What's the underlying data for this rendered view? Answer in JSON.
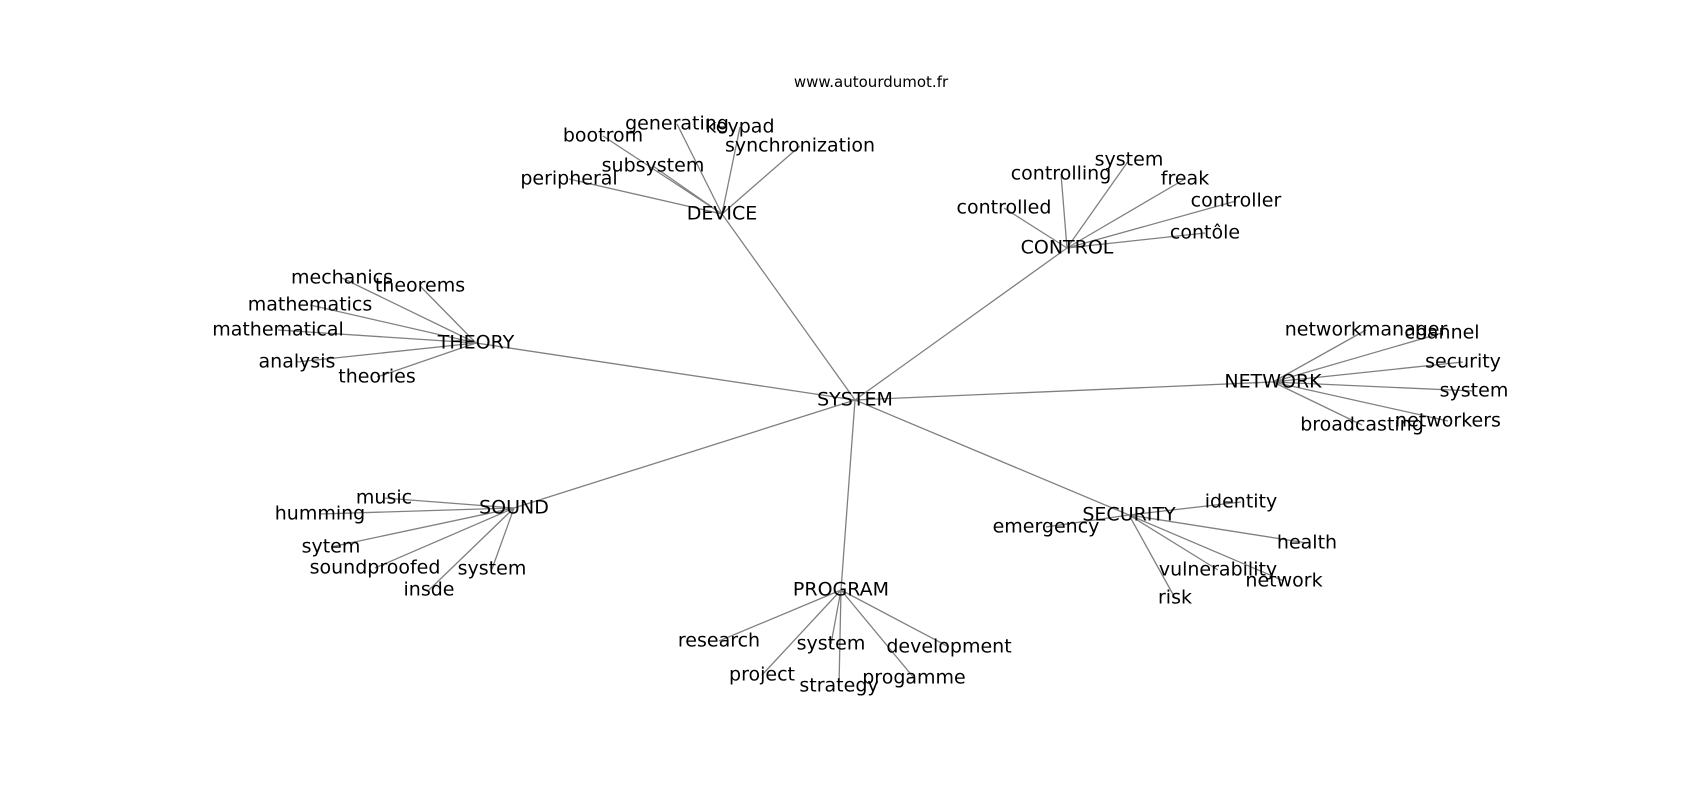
{
  "title": "www.autourdumot.fr",
  "colors": {
    "edge": "#808080",
    "text": "#000000",
    "background": "#ffffff"
  },
  "center": "SYSTEM",
  "clusters": [
    {
      "name": "DEVICE",
      "words": [
        "generating",
        "keypad",
        "bootrom",
        "synchronization",
        "subsystem",
        "peripheral"
      ]
    },
    {
      "name": "CONTROL",
      "words": [
        "system",
        "controlling",
        "freak",
        "controller",
        "controlled",
        "contôle"
      ]
    },
    {
      "name": "THEORY",
      "words": [
        "mechanics",
        "theorems",
        "mathematics",
        "mathematical",
        "analysis",
        "theories"
      ]
    },
    {
      "name": "NETWORK",
      "words": [
        "networkmanager",
        "channel",
        "security",
        "system",
        "networkers",
        "broadcasting"
      ]
    },
    {
      "name": "SOUND",
      "words": [
        "music",
        "humming",
        "sytem",
        "soundproofed",
        "system",
        "insde"
      ]
    },
    {
      "name": "SECURITY",
      "words": [
        "identity",
        "emergency",
        "health",
        "vulnerability",
        "network",
        "risk"
      ]
    },
    {
      "name": "PROGRAM",
      "words": [
        "research",
        "system",
        "development",
        "project",
        "progamme",
        "strategy"
      ]
    }
  ]
}
